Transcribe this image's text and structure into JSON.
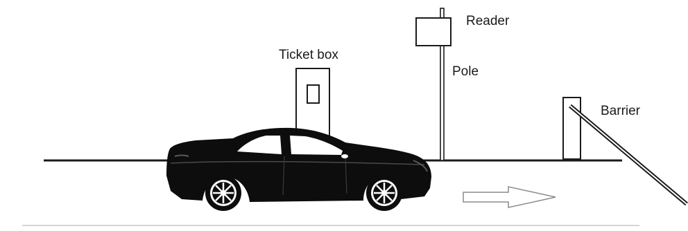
{
  "labels": {
    "reader": "Reader",
    "ticket_box": "Ticket box",
    "pole": "Pole",
    "barrier": "Barrier"
  },
  "colors": {
    "ink": "#1a1a1a",
    "car_body": "#0d0d0d",
    "arrow_stroke": "#8a8a8a",
    "bottom_rule": "#b9bcc4"
  },
  "icons": [
    "car-icon",
    "direction-arrow-icon"
  ]
}
